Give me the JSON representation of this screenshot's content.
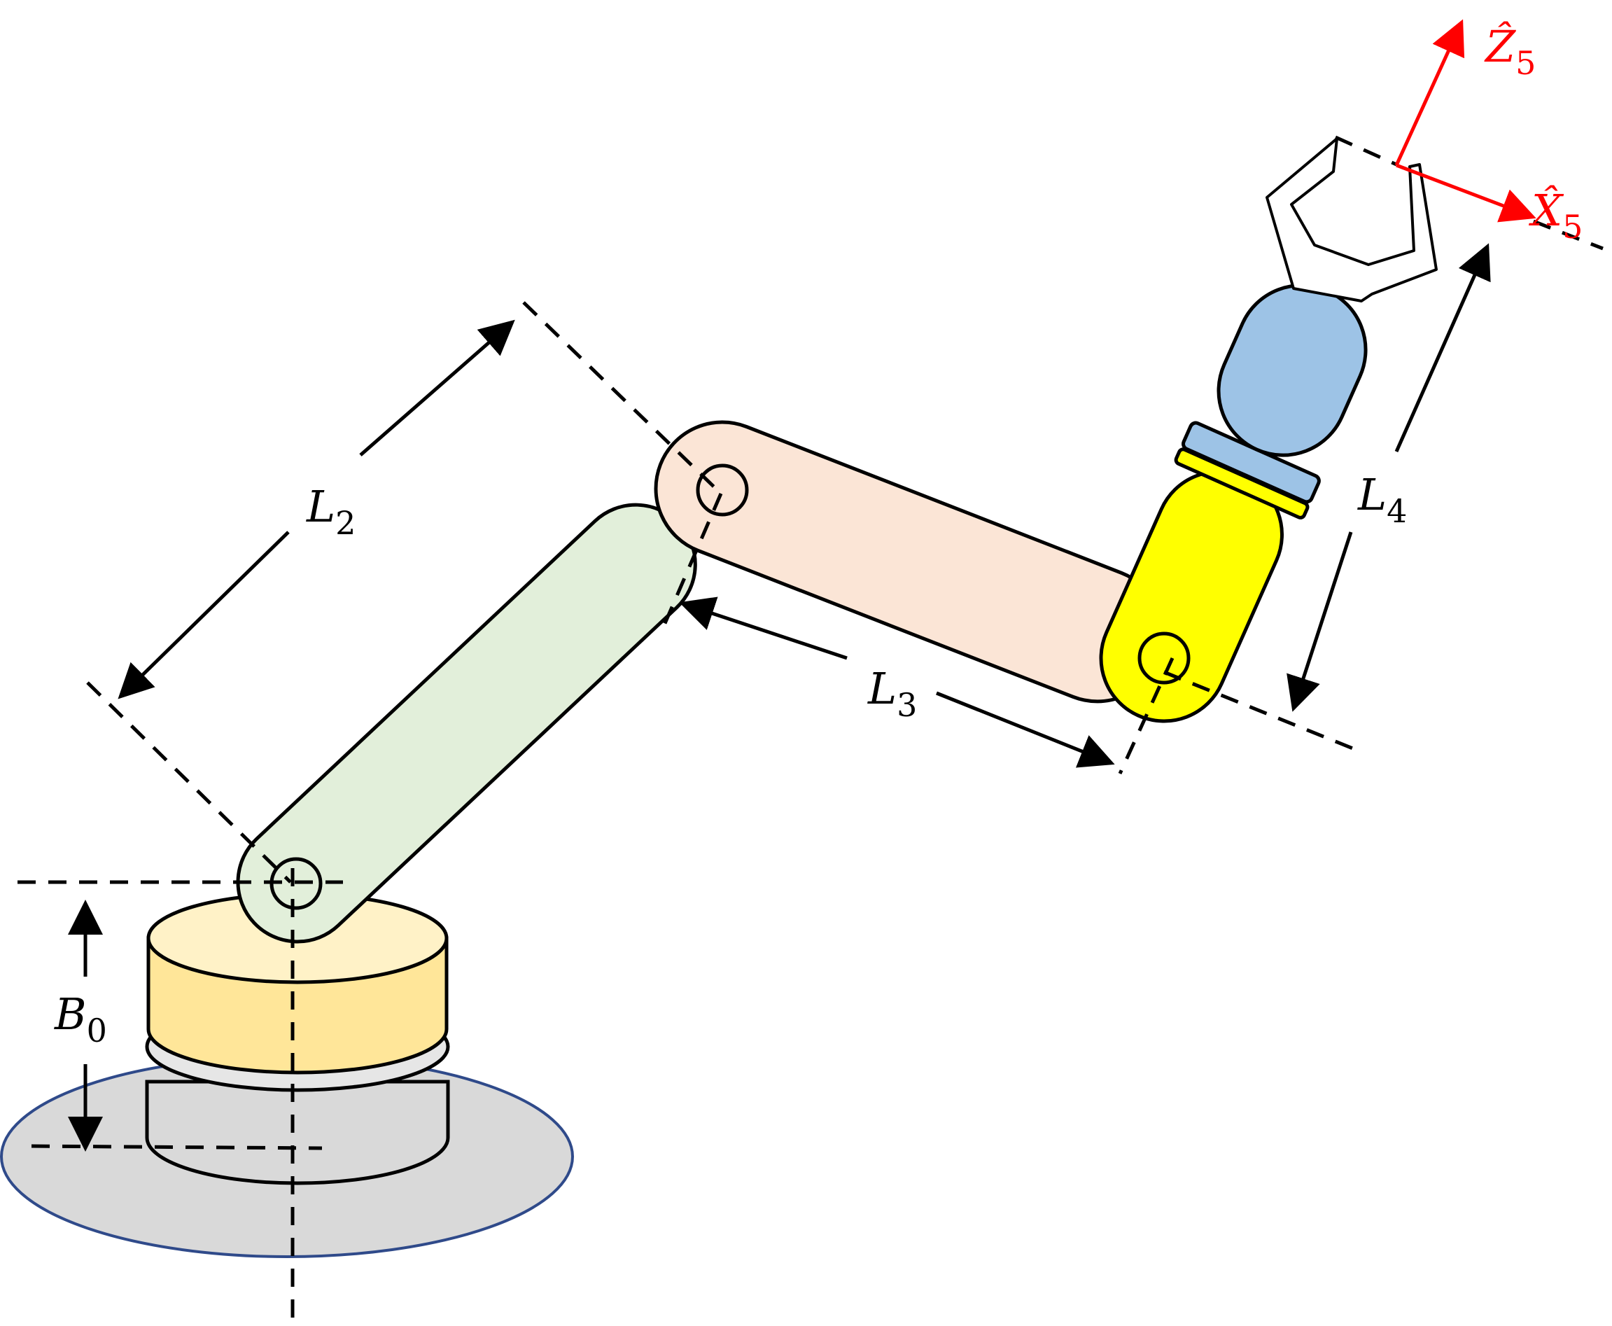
{
  "labels": {
    "b0": {
      "main": "B",
      "sub": "0"
    },
    "l2": {
      "main": "L",
      "sub": "2"
    },
    "l3": {
      "main": "L",
      "sub": "3"
    },
    "l4": {
      "main": "L",
      "sub": "4"
    },
    "z5": {
      "main": "Ẑ",
      "sub": "5"
    },
    "x5": {
      "main": "X̂",
      "sub": "5"
    }
  },
  "colors": {
    "platform": "#d9d9d9",
    "platform_edge": "#2f4a8a",
    "base_lower": "#d9d9d9",
    "base_upper_side": "#ffe699",
    "base_upper_top": "#fff2c7",
    "link2": "#e2efda",
    "link3": "#fbe5d6",
    "link4_yellow": "#ffff00",
    "wrist_blue": "#9dc3e6",
    "frame_red": "#ff0000",
    "line": "#000000"
  }
}
